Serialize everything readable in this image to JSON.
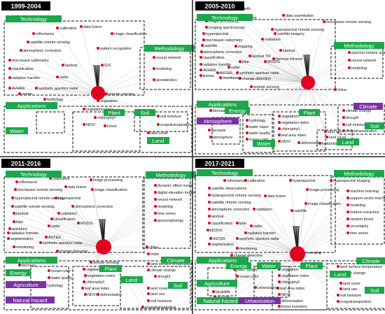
{
  "panels": [
    {
      "period": "1999-2004",
      "categories": {
        "technology": "Technology",
        "methodology": "Methodology",
        "applications": "Applications",
        "plant": "Plant",
        "soil": "Soil",
        "water": "Water",
        "land": "Land"
      },
      "tech_terms": [
        "calibration",
        "data fusion",
        "reflectance",
        "image classification",
        "satellite remote sensing",
        "pattern recognition",
        "atmospheric correction",
        "microwave radiometry",
        "landsat",
        "classification",
        "radar",
        "radiative transfer",
        "GIS",
        "AVHRR",
        "synthetic aperture radar",
        "remote sensing"
      ],
      "method_terms": [
        "neural network",
        "modeling",
        "geostatistics"
      ],
      "app_terms": [
        "ozone",
        "hydrology",
        "sea ice",
        "vegetation",
        "vegetation index",
        "chlorophyll",
        "NDVI",
        "forest",
        "soil moisture",
        "evapotranspiration",
        "land cover"
      ]
    },
    {
      "period": "2005-2010",
      "categories": {
        "technology": "Technology",
        "methodology": "Methodology",
        "applications": "Applications",
        "energy": "Energy",
        "plant": "Plant",
        "climate": "Climate",
        "soil": "Soil",
        "atmosphere": "Atmosphere",
        "water": "Water",
        "land": "Land"
      },
      "tech_terms": [
        "seawifs",
        "reflectance",
        "calibration",
        "data assimilation",
        "image processing",
        "microwave remote sensing",
        "imaging spectroscopy",
        "hyperspectral remote sensing",
        "hyperspectral",
        "satellite imagery",
        "microwave radiometry",
        "validation",
        "satellite",
        "mapping",
        "atmospheric correction",
        "landsat",
        "classification",
        "landsat TM",
        "thermal infrared",
        "lidar",
        "MODIS",
        "radiative transfer",
        "radar",
        "AVHRR",
        "ASTER",
        "synthetic aperture radar",
        "ikonos",
        "monitoring",
        "change detection",
        "remote sensing",
        "china"
      ],
      "method_terms": [
        "spectral mixture analysis",
        "neural network",
        "modeling"
      ],
      "app_terms": [
        "biomass",
        "nitrogen",
        "aerosols",
        "atmosphere",
        "hydrology",
        "water vapor",
        "water quality",
        "ocean color",
        "vegetation",
        "vegetation index",
        "chlorophyll",
        "leaf area index",
        "NDVI",
        "deforestation",
        "land use",
        "land cover",
        "wetlands",
        "climate change",
        "drought",
        "soil moisture",
        "evapotranspiration"
      ]
    },
    {
      "period": "2011-2016",
      "categories": {
        "technology": "Technology",
        "methodology": "Methodology",
        "applications": "Applications",
        "climate": "Climate",
        "energy": "Energy",
        "plant": "Plant",
        "agriculture": "Agriculture",
        "land": "Land",
        "soil": "Soil",
        "natural_hazard": "Natural hazard"
      },
      "tech_terms": [
        "reflectance",
        "calibration",
        "data fusion",
        "image processing",
        "microwave remote sensing",
        "image classification",
        "hyperspectral remote sensing",
        "hyperspectral",
        "satellite remote sensing",
        "atmospheric correction",
        "validation",
        "landsat",
        "classification",
        "lidar",
        "quickbird",
        "radar",
        "MODIS",
        "radiative transfer",
        "ASTER",
        "synthetic aperture radar",
        "segmentation",
        "monitoring",
        "change detection",
        "remote sensing",
        "china",
        "India"
      ],
      "method_terms": [
        "dynamic effect model",
        "digital elevation model",
        "neural network",
        "modeling",
        "time series",
        "geomorphology"
      ],
      "app_terms": [
        "biomass",
        "ocean color",
        "water quality",
        "hydrology",
        "vegetation",
        "vegetation index",
        "chlorophyll",
        "leaf area index",
        "NDVI",
        "deforestation",
        "land surface temperature",
        "climate change",
        "drought",
        "land cover",
        "land use",
        "soil moisture",
        "evapotranspiration",
        "soil erosion"
      ]
    },
    {
      "period": "2017-2021",
      "categories": {
        "technology": "Technology",
        "methodology": "Methodology",
        "applications": "Applications",
        "energy": "Energy",
        "water": "Water",
        "plant": "Plant",
        "land": "Land",
        "climate": "Climate",
        "agriculture": "Agriculture",
        "soil": "Soil",
        "natural_hazard": "Natural hazard",
        "urbanization": "Urbanization"
      },
      "tech_terms": [
        "reflectance",
        "calibration",
        "hyperspectral",
        "hyperspectral imaging",
        "satellite observations",
        "image processing",
        "hyperspectral remote sensing",
        "data fusion",
        "satellite remote sensing",
        "image classification",
        "atmospheric correction",
        "validation",
        "satellite",
        "landsat",
        "classification",
        "lidar",
        "radar",
        "MODIS",
        "radiative transfer",
        "ASTER",
        "synthetic aperture radar",
        "segmentation",
        "monitoring",
        "change detection",
        "remote sensing"
      ],
      "method_terms": [
        "machine learning",
        "support vector machine",
        "modeling",
        "feature extraction",
        "random forest",
        "uncertainty",
        "time series"
      ],
      "app_terms": [
        "biomass",
        "water quality",
        "ocean color",
        "vegetation",
        "vegetation index",
        "chlorophyll",
        "leaf area index",
        "NDVI",
        "deforestation",
        "forest inventory",
        "land surface temperature",
        "climate change",
        "land cover",
        "land use",
        "soil moisture",
        "evapotranspiration",
        "landslide",
        "drought",
        "snow",
        "urbanization"
      ]
    }
  ],
  "colors": {
    "category_green": "#1aa84a",
    "category_purple": "#7b2fa6",
    "node_red": "#e00020",
    "title_black": "#000000",
    "edge_gray": "#bdbdbd",
    "edge_dark": "#222222"
  }
}
